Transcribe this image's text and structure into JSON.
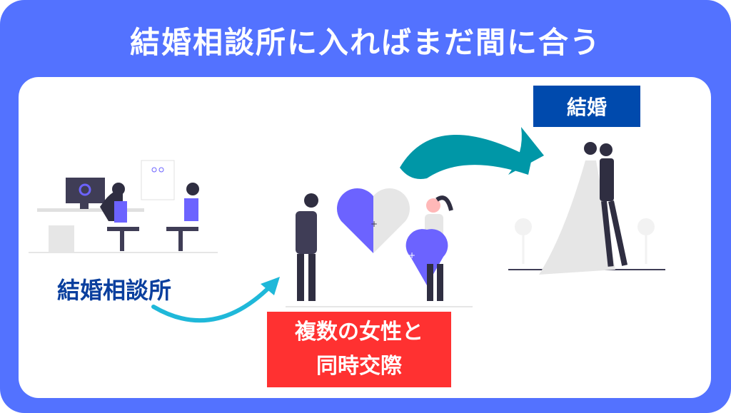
{
  "title": "結婚相談所に入ればまだ間に合う",
  "labels": {
    "agency": "結婚相談所",
    "dating_line1": "複数の女性と",
    "dating_line2": "同時交際",
    "marriage": "結婚"
  },
  "colors": {
    "frame": "#5372ff",
    "marriage_box": "#004aad",
    "dating_box": "#ff3131",
    "agency_text": "#0a3f9e",
    "arrow_cyan": "#1fb8d9",
    "arrow_teal": "#0097a7",
    "accent_purple": "#6c63ff"
  }
}
